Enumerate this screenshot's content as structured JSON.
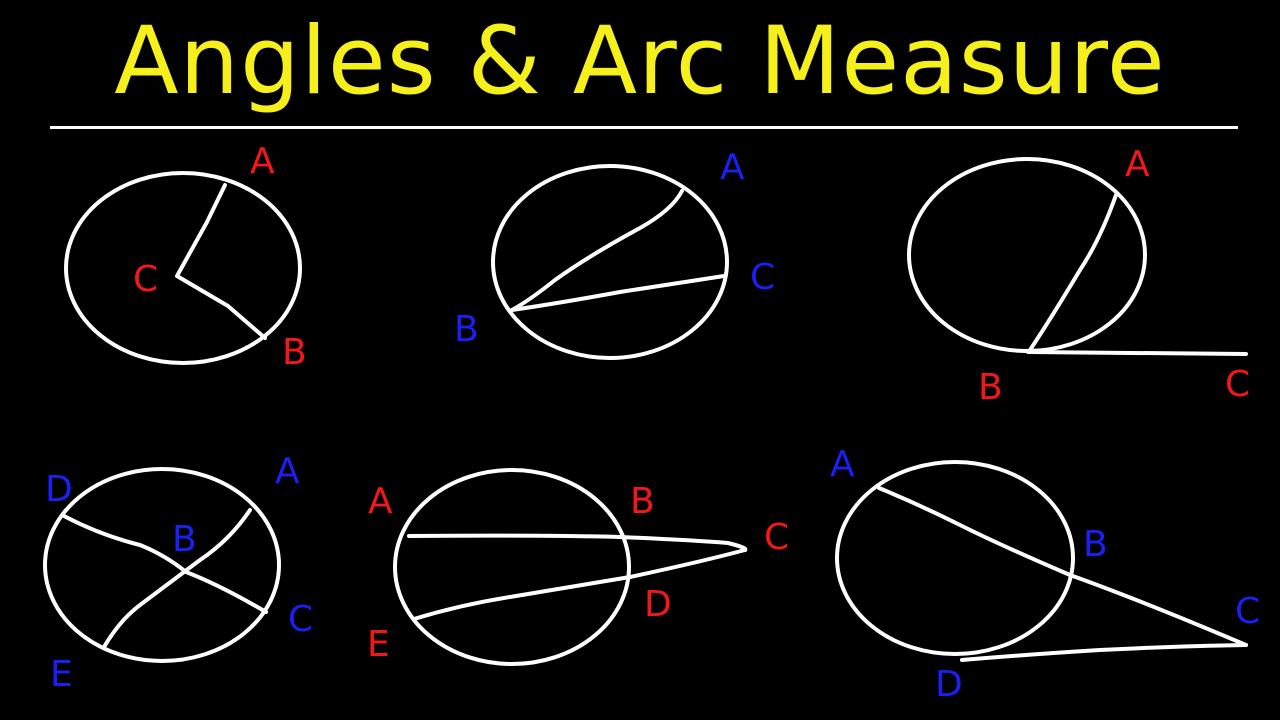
{
  "title": "Angles & Arc Measure",
  "colors": {
    "title": "#f5f01c",
    "lines": "#ffffff",
    "red_label": "#f01818",
    "blue_label": "#1a20f0",
    "background": "#000000"
  },
  "diagrams": [
    {
      "name": "central-angle",
      "label_color": "red",
      "labels": {
        "A": "A",
        "C": "C",
        "B": "B"
      }
    },
    {
      "name": "inscribed-angle",
      "label_color": "blue",
      "labels": {
        "A": "A",
        "B": "B",
        "C": "C"
      }
    },
    {
      "name": "tangent-chord-angle",
      "label_color": "red",
      "labels": {
        "A": "A",
        "B": "B",
        "C": "C"
      }
    },
    {
      "name": "intersecting-chords",
      "label_color": "blue",
      "labels": {
        "D": "D",
        "A": "A",
        "B": "B",
        "C": "C",
        "E": "E"
      }
    },
    {
      "name": "two-secants",
      "label_color": "red",
      "labels": {
        "A": "A",
        "B": "B",
        "C": "C",
        "D": "D",
        "E": "E"
      }
    },
    {
      "name": "secant-tangent",
      "label_color": "blue",
      "labels": {
        "A": "A",
        "B": "B",
        "C": "C",
        "D": "D"
      }
    }
  ]
}
